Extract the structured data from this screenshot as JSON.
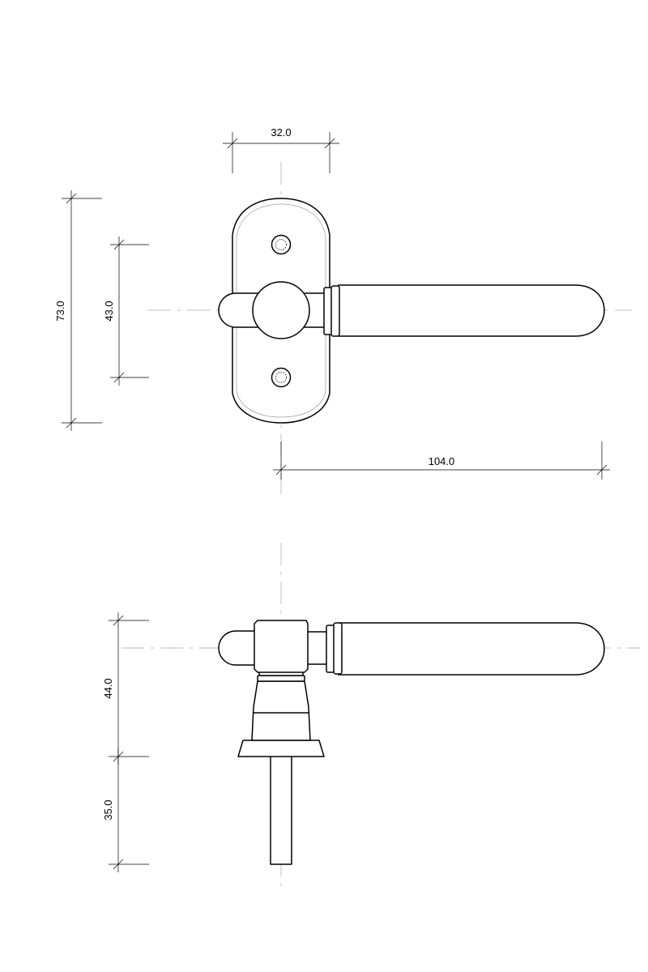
{
  "dimensions": {
    "front_width": "32.0",
    "front_height_total": "73.0",
    "front_screw_spacing": "43.0",
    "front_lever_length": "104.0",
    "side_upper_height": "44.0",
    "side_spindle_length": "35.0"
  }
}
